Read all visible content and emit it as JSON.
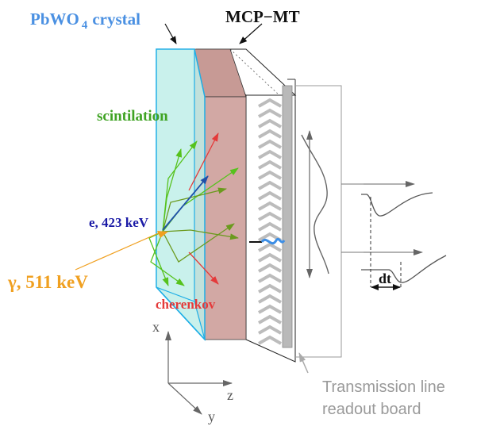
{
  "labels": {
    "crystal_title": "PbWO",
    "crystal_subscript": "4",
    "crystal_suffix": "crystal",
    "mcp": "MCP−MT",
    "scintilation": "scintilation",
    "electron": "e, 423 keV",
    "gamma": "γ, 511 keV",
    "cherenkov": "cherenkov",
    "dt": "dt",
    "board_line1": "Transmission line",
    "board_line2": "readout board",
    "axis_x": "x",
    "axis_y": "y",
    "axis_z": "z"
  },
  "colors": {
    "crystal_label": "#4a90e2",
    "crystal_face": "#bfeee8",
    "crystal_edge": "#1eaee6",
    "cherenkov_face": "#d2a8a4",
    "scintilation": "#3fa323",
    "scint_arrow": "#56c21d",
    "electron": "#1a1aa6",
    "electron_arrow": "#1f4fa8",
    "gamma": "#f0a020",
    "cherenkov": "#e43a3a",
    "board_label": "#9a9a9a",
    "signal_blue": "#3c8ee6"
  },
  "icons": [
    "arrow",
    "chevron",
    "signal-pulse"
  ]
}
